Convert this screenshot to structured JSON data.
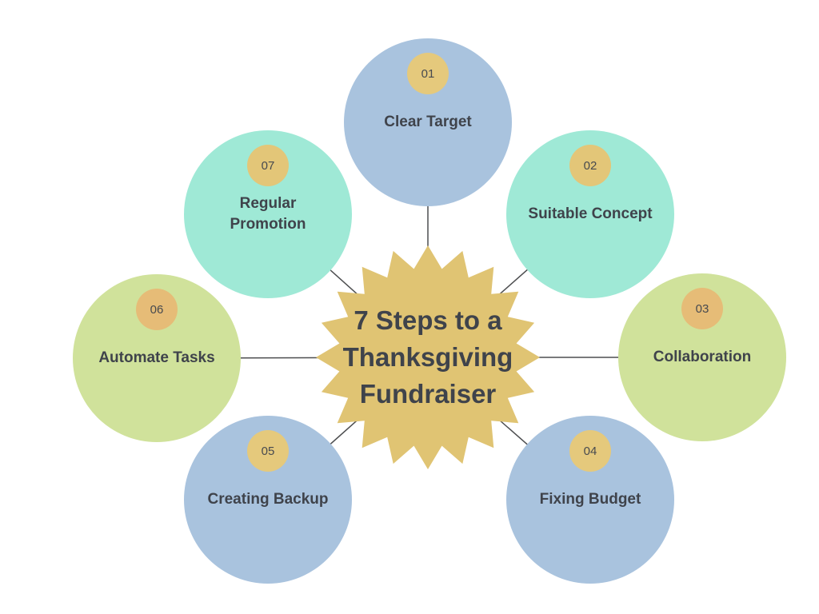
{
  "center": {
    "title": "7 Steps to a\nThanksgiving\nFundraiser",
    "shape": "starburst-seal",
    "color": "#e0c473"
  },
  "palette": {
    "background": "#ffffff",
    "text_color": "#3f434b",
    "badge_text_color": "#474a4f",
    "line_color": "#4d4e50",
    "blue": "#a9c3de",
    "mint": "#9fe9d6",
    "green": "#d0e29b",
    "gold": "#e4c87a"
  },
  "items": [
    {
      "number": "01",
      "label": "Clear Target",
      "position": "top",
      "circle_color": "#a9c3de",
      "badge_color": "#e5c97c"
    },
    {
      "number": "02",
      "label": "Suitable Concept",
      "position": "top-right",
      "circle_color": "#9fe9d6",
      "badge_color": "#e3c678"
    },
    {
      "number": "03",
      "label": "Collaboration",
      "position": "right",
      "circle_color": "#d0e29b",
      "badge_color": "#e6bc77"
    },
    {
      "number": "04",
      "label": "Fixing Budget",
      "position": "bottom-right",
      "circle_color": "#a9c3de",
      "badge_color": "#e5c97c"
    },
    {
      "number": "05",
      "label": "Creating Backup",
      "position": "bottom-left",
      "circle_color": "#a9c3de",
      "badge_color": "#e5c97c"
    },
    {
      "number": "06",
      "label": "Automate Tasks",
      "position": "left",
      "circle_color": "#d0e29b",
      "badge_color": "#e6bc77"
    },
    {
      "number": "07",
      "label": "Regular\nPromotion",
      "position": "top-left",
      "circle_color": "#9fe9d6",
      "badge_color": "#e3c678"
    }
  ]
}
